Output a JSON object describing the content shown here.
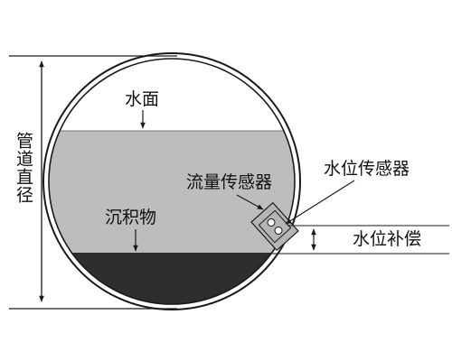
{
  "labels": {
    "water_surface": "水面",
    "pipe_diameter": "管道直径",
    "flow_sensor": "流量传感器",
    "level_sensor": "水位传感器",
    "sediment": "沉积物",
    "level_compensation": "水位补偿"
  },
  "colors": {
    "water": "#bdbdbd",
    "sediment": "#2e2e2e",
    "pipe_outline": "#1a1a1a",
    "sensor_fill": "#b5b5b5"
  },
  "icons": {
    "diameter": "double-arrow-vertical",
    "compensation": "double-arrow-vertical",
    "water_surface": "arrow-down"
  }
}
